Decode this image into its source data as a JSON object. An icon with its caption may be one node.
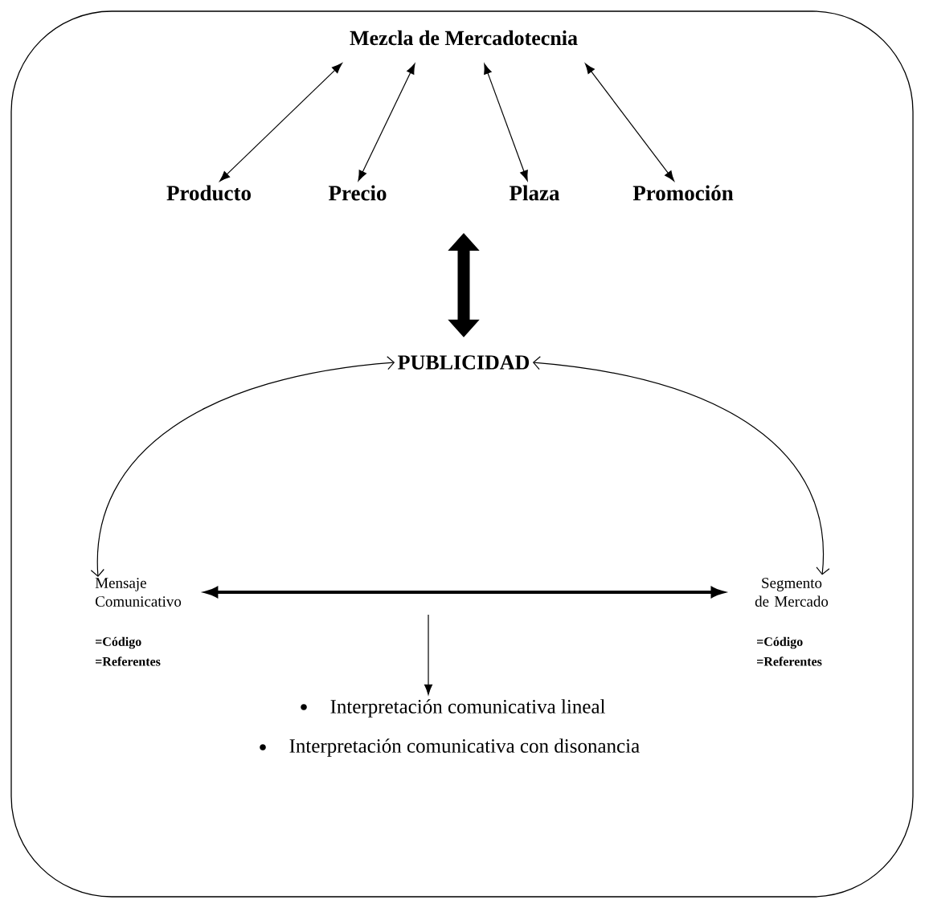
{
  "diagram": {
    "nodes": [
      {
        "text": [
          "Mezcla de Mercadotecnia"
        ]
      },
      {
        "text": [
          "Producto"
        ]
      },
      {
        "text": [
          "Precio"
        ]
      },
      {
        "text": [
          "Plaza"
        ]
      },
      {
        "text": [
          "Promoción"
        ]
      },
      {
        "text": [
          "PUBLICIDAD"
        ]
      },
      {
        "text": [
          "Mensaje Comunicativo"
        ],
        "beside": [
          "=Código",
          "=Referentes"
        ]
      },
      {
        "text": [
          "Segmento de Mercado"
        ],
        "beside": [
          "=Código",
          "=Referentes"
        ]
      },
      {
        "text": [
          "Interpretación comunicativa lineal",
          "Interpretación comunicativa con disonancia"
        ]
      }
    ],
    "edges": [
      {
        "from": 0,
        "to": 1,
        "arrow": "both"
      },
      {
        "from": 0,
        "to": 2,
        "arrow": "both"
      },
      {
        "from": 0,
        "to": 3,
        "arrow": "both"
      },
      {
        "from": 0,
        "to": 4,
        "arrow": "both"
      },
      {
        "from": null,
        "to": 5,
        "arrow": "both",
        "style": "thick"
      },
      {
        "from": 5,
        "to": 6,
        "arrow": "both"
      },
      {
        "from": 5,
        "to": 7,
        "arrow": "both"
      },
      {
        "from": 6,
        "to": 7,
        "arrow": "both",
        "style": "thick"
      },
      {
        "from": null,
        "to": 8,
        "arrow": "to"
      }
    ]
  }
}
